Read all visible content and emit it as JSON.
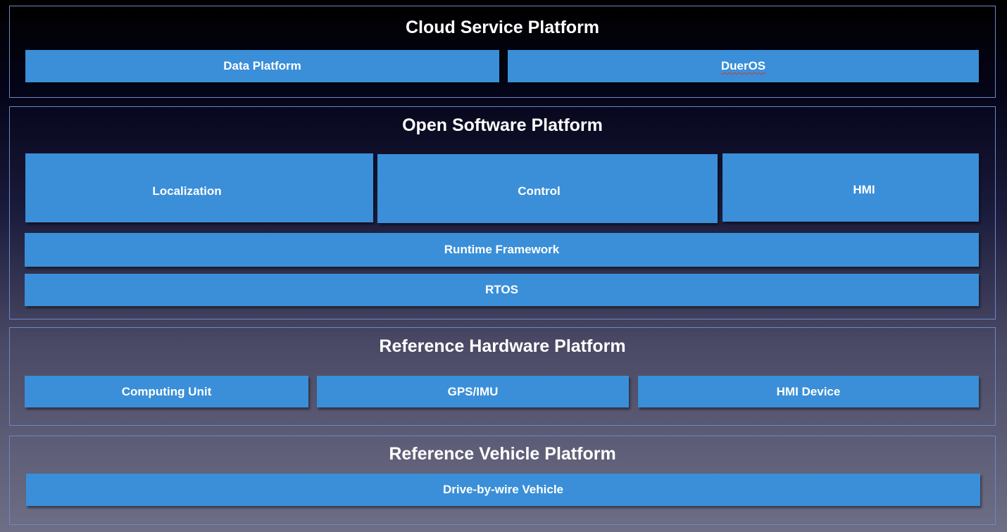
{
  "layers": {
    "cloud": {
      "title": "Cloud Service Platform",
      "blocks": {
        "data_platform": "Data Platform",
        "dueros": "DuerOS"
      }
    },
    "software": {
      "title": "Open Software Platform",
      "blocks": {
        "localization": "Localization",
        "control": "Control",
        "hmi": "HMI",
        "runtime": "Runtime Framework",
        "rtos": "RTOS"
      }
    },
    "hardware": {
      "title": "Reference Hardware Platform",
      "blocks": {
        "computing_unit": "Computing Unit",
        "gps_imu": "GPS/IMU",
        "hmi_device": "HMI Device"
      }
    },
    "vehicle": {
      "title": "Reference Vehicle Platform",
      "blocks": {
        "drive_by_wire": "Drive-by-wire Vehicle"
      }
    }
  },
  "colors": {
    "block_fill": "#3a8fd8",
    "layer_border": "#6f86c8",
    "text": "#ffffff"
  }
}
